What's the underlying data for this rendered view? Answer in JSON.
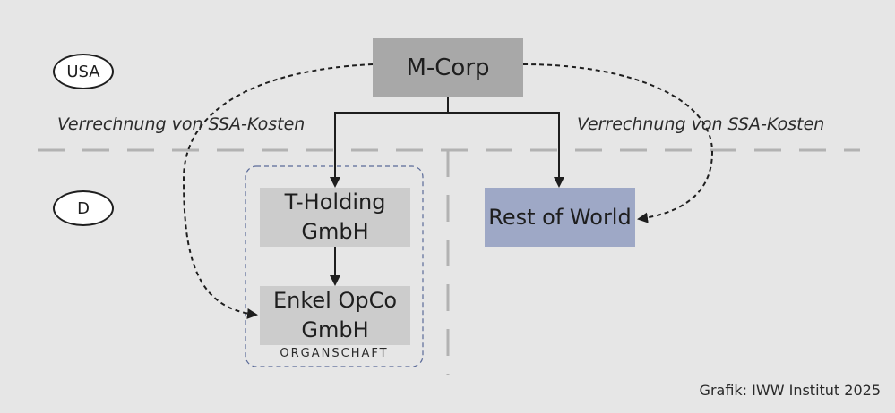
{
  "countries": {
    "usa": "USA",
    "germany": "D"
  },
  "entities": {
    "parent": "M-Corp",
    "holding": [
      "T-Holding",
      "GmbH"
    ],
    "opco": [
      "Enkel OpCo",
      "GmbH"
    ],
    "rest": "Rest of World"
  },
  "labels": {
    "ssa_left": "Verrechnung von SSA-Kosten",
    "ssa_right": "Verrechnung von SSA-Kosten",
    "organschaft": "ORGANSCHAFT"
  },
  "credit": "Grafik: IWW Institut 2025",
  "colors": {
    "background": "#e6e6e6",
    "parent_box": "#a8a8a8",
    "german_box": "#cccccc",
    "rest_box": "#9ea8c6",
    "organschaft_border": "#5a6a98",
    "divider": "#b2b2b2"
  }
}
